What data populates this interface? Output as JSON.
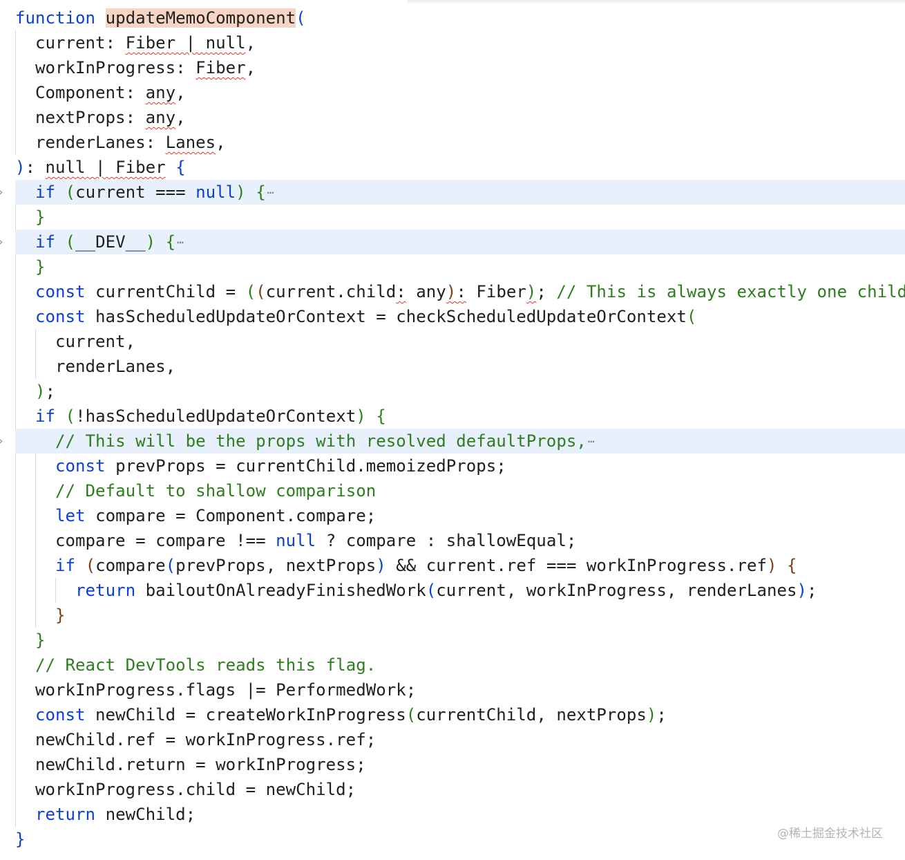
{
  "editor": {
    "lines": [
      "function updateMemoComponent(",
      "  current: Fiber | null,",
      "  workInProgress: Fiber,",
      "  Component: any,",
      "  nextProps: any,",
      "  renderLanes: Lanes,",
      "): null | Fiber {",
      "  if (current === null) {",
      "  }",
      "  if (__DEV__) {",
      "  }",
      "  const currentChild = ((current.child: any): Fiber); // This is always exactly one child",
      "  const hasScheduledUpdateOrContext = checkScheduledUpdateOrContext(",
      "    current,",
      "    renderLanes,",
      "  );",
      "  if (!hasScheduledUpdateOrContext) {",
      "    // This will be the props with resolved defaultProps,",
      "    const prevProps = currentChild.memoizedProps;",
      "    // Default to shallow comparison",
      "    let compare = Component.compare;",
      "    compare = compare !== null ? compare : shallowEqual;",
      "    if (compare(prevProps, nextProps) && current.ref === workInProgress.ref) {",
      "      return bailoutOnAlreadyFinishedWork(current, workInProgress, renderLanes);",
      "    }",
      "  }",
      "  // React DevTools reads this flag.",
      "  workInProgress.flags |= PerformedWork;",
      "  const newChild = createWorkInProgress(currentChild, nextProps);",
      "  newChild.ref = workInProgress.ref;",
      "  newChild.return = workInProgress;",
      "  workInProgress.child = newChild;",
      "  return newChild;",
      "}"
    ],
    "highlighted_lines": [
      8,
      10,
      18
    ],
    "folded_lines": [
      8,
      10,
      18
    ],
    "fold_ellipsis": "⋯",
    "fold_marker": "›",
    "selected_identifier": "updateMemoComponent"
  },
  "watermark": "@稀土掘金技术社区",
  "colors": {
    "keyword": "#0b3fd8",
    "comment": "#2e7d1e",
    "identifier": "#1f1f1f",
    "selection": "#f6d5c4",
    "folded_line_background": "#e8f1fb",
    "error_squiggle": "#e0332b"
  }
}
